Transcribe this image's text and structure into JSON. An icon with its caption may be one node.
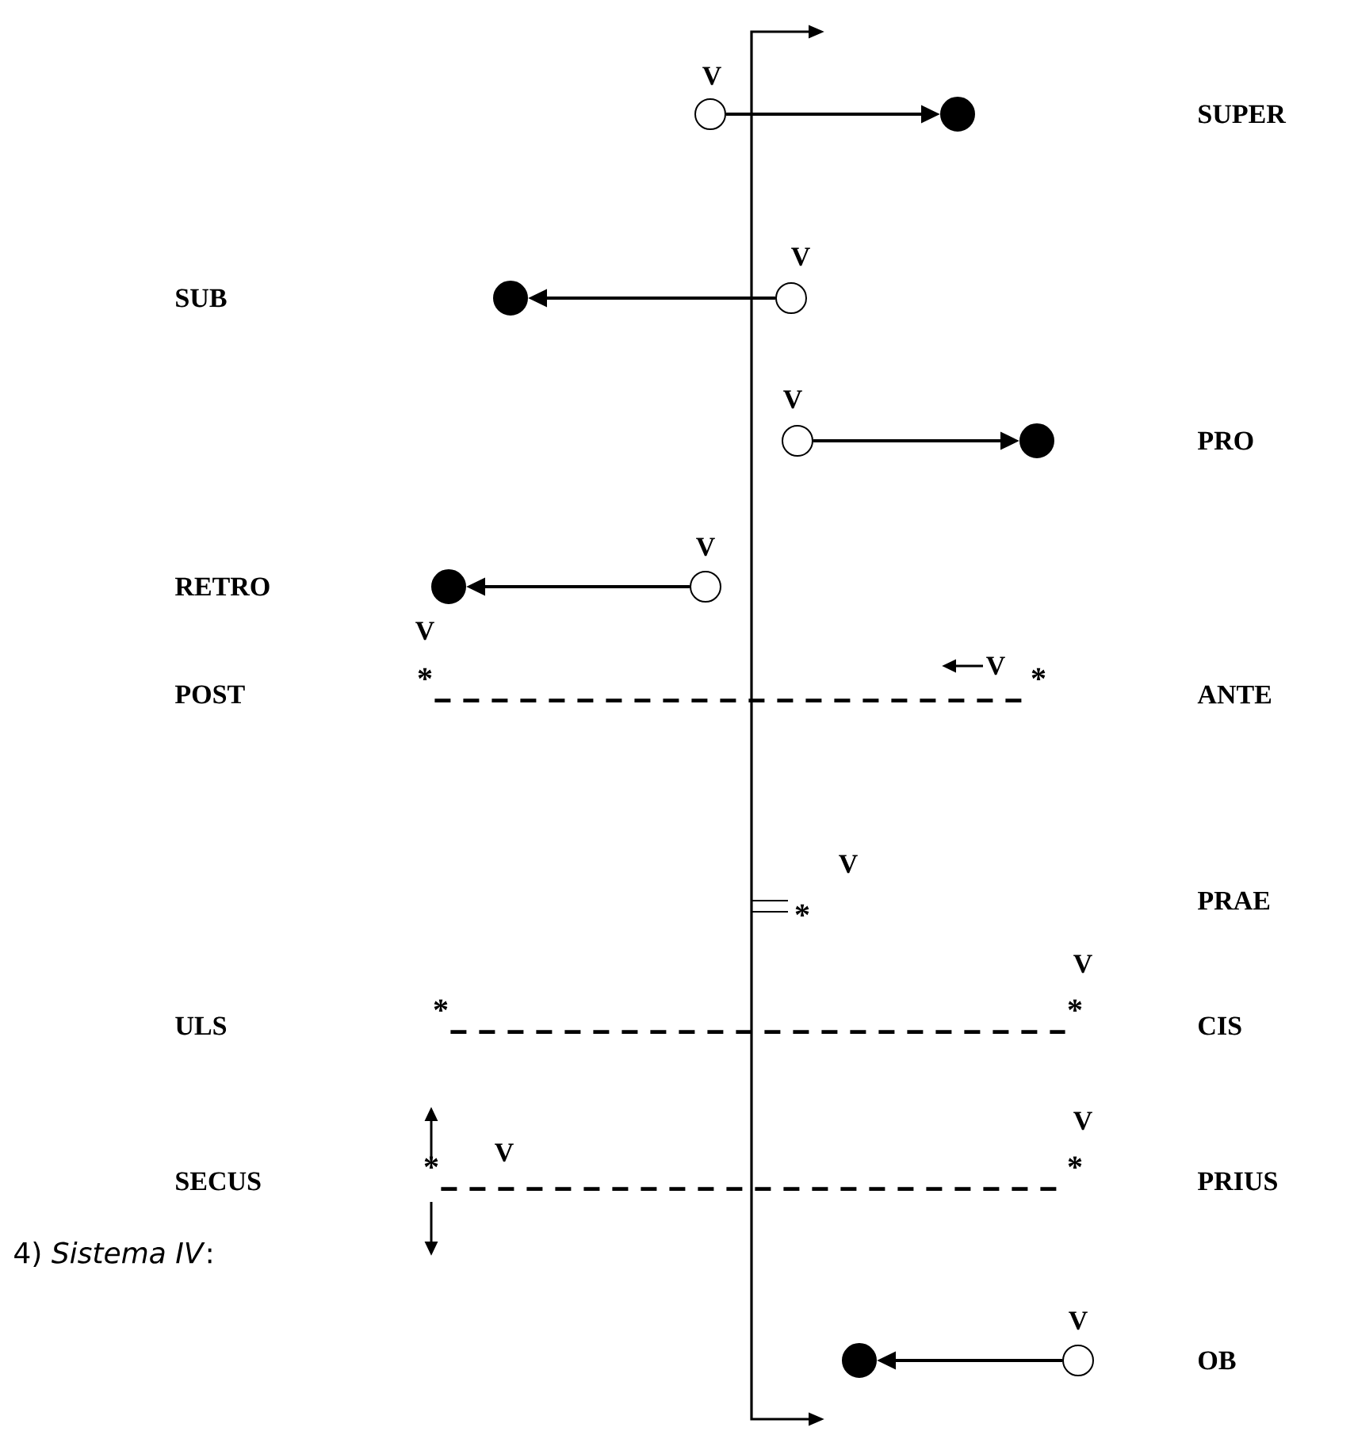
{
  "diagram": {
    "nodes": [
      {
        "text": [],
        "shape": "circle",
        "beside": [
          "V"
        ]
      },
      {
        "text": [],
        "shape": "dot"
      },
      {
        "text": [],
        "shape": "circle",
        "beside": [
          "V"
        ]
      },
      {
        "text": [],
        "shape": "dot"
      },
      {
        "text": [],
        "shape": "circle",
        "beside": [
          "V"
        ]
      },
      {
        "text": [],
        "shape": "dot"
      },
      {
        "text": [],
        "shape": "circle",
        "beside": [
          "V"
        ]
      },
      {
        "text": [],
        "shape": "dot"
      },
      {
        "text": [
          "*"
        ],
        "beside": [
          "V"
        ]
      },
      {
        "text": [
          "*"
        ]
      },
      {
        "text": [
          "*"
        ],
        "beside": [
          "V"
        ]
      },
      {
        "text": [
          "*"
        ]
      },
      {
        "text": [
          "*"
        ],
        "beside": [
          "V"
        ]
      },
      {
        "text": [
          "*"
        ]
      },
      {
        "text": [
          "*"
        ],
        "beside": [
          "V"
        ]
      },
      {
        "text": [],
        "shape": "circle",
        "beside": [
          "V"
        ]
      },
      {
        "text": [],
        "shape": "dot"
      }
    ],
    "edges": [
      {
        "from": 0,
        "to": 1,
        "arrow": "to"
      },
      {
        "from": 2,
        "to": 3,
        "arrow": "to"
      },
      {
        "from": 4,
        "to": 5,
        "arrow": "to"
      },
      {
        "from": 6,
        "to": 7,
        "arrow": "to"
      },
      {
        "from": 8,
        "to": 9,
        "arrow": "none",
        "style": "dashed"
      },
      {
        "from": 11,
        "to": 12,
        "arrow": "none",
        "style": "dashed"
      },
      {
        "from": 13,
        "to": 14,
        "arrow": "none",
        "style": "dashed"
      },
      {
        "from": 15,
        "to": 16,
        "arrow": "to"
      }
    ],
    "labels": [
      "SUPER",
      "SUB",
      "PRO",
      "RETRO",
      "V",
      "POST",
      "ANTE",
      "PRAE",
      "ULS",
      "CIS",
      "V",
      "SECUS",
      "PRIUS",
      "4) *Sistema IV*:",
      "OB"
    ]
  }
}
